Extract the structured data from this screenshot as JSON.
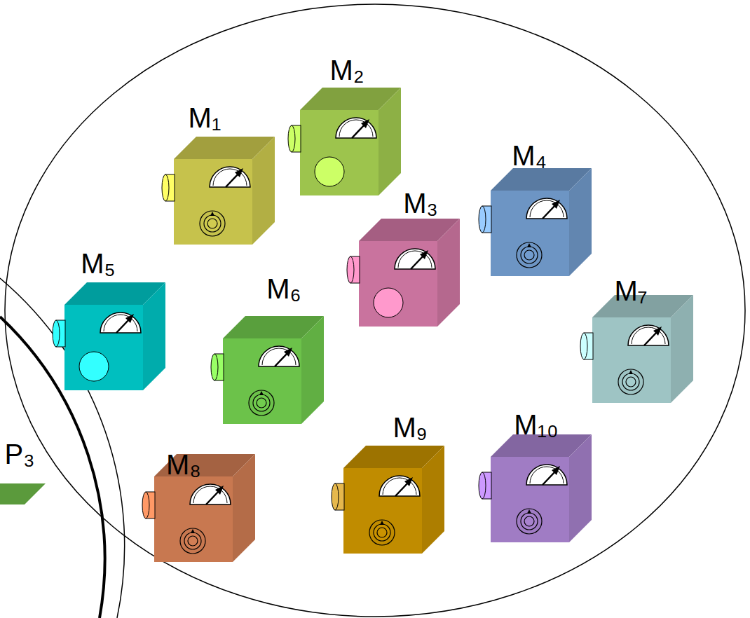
{
  "diagram": {
    "nodes": [
      {
        "text": [
          "M₁"
        ]
      },
      {
        "text": [
          "M₂"
        ]
      },
      {
        "text": [
          "M₃"
        ]
      },
      {
        "text": [
          "M₄"
        ]
      },
      {
        "text": [
          "M₅"
        ]
      },
      {
        "text": [
          "M₆"
        ]
      },
      {
        "text": [
          "M₇"
        ]
      },
      {
        "text": [
          "M₈"
        ]
      },
      {
        "text": [
          "M₉"
        ]
      },
      {
        "text": [
          "M₁₀"
        ]
      },
      {
        "text": [
          "P₃"
        ]
      }
    ]
  }
}
